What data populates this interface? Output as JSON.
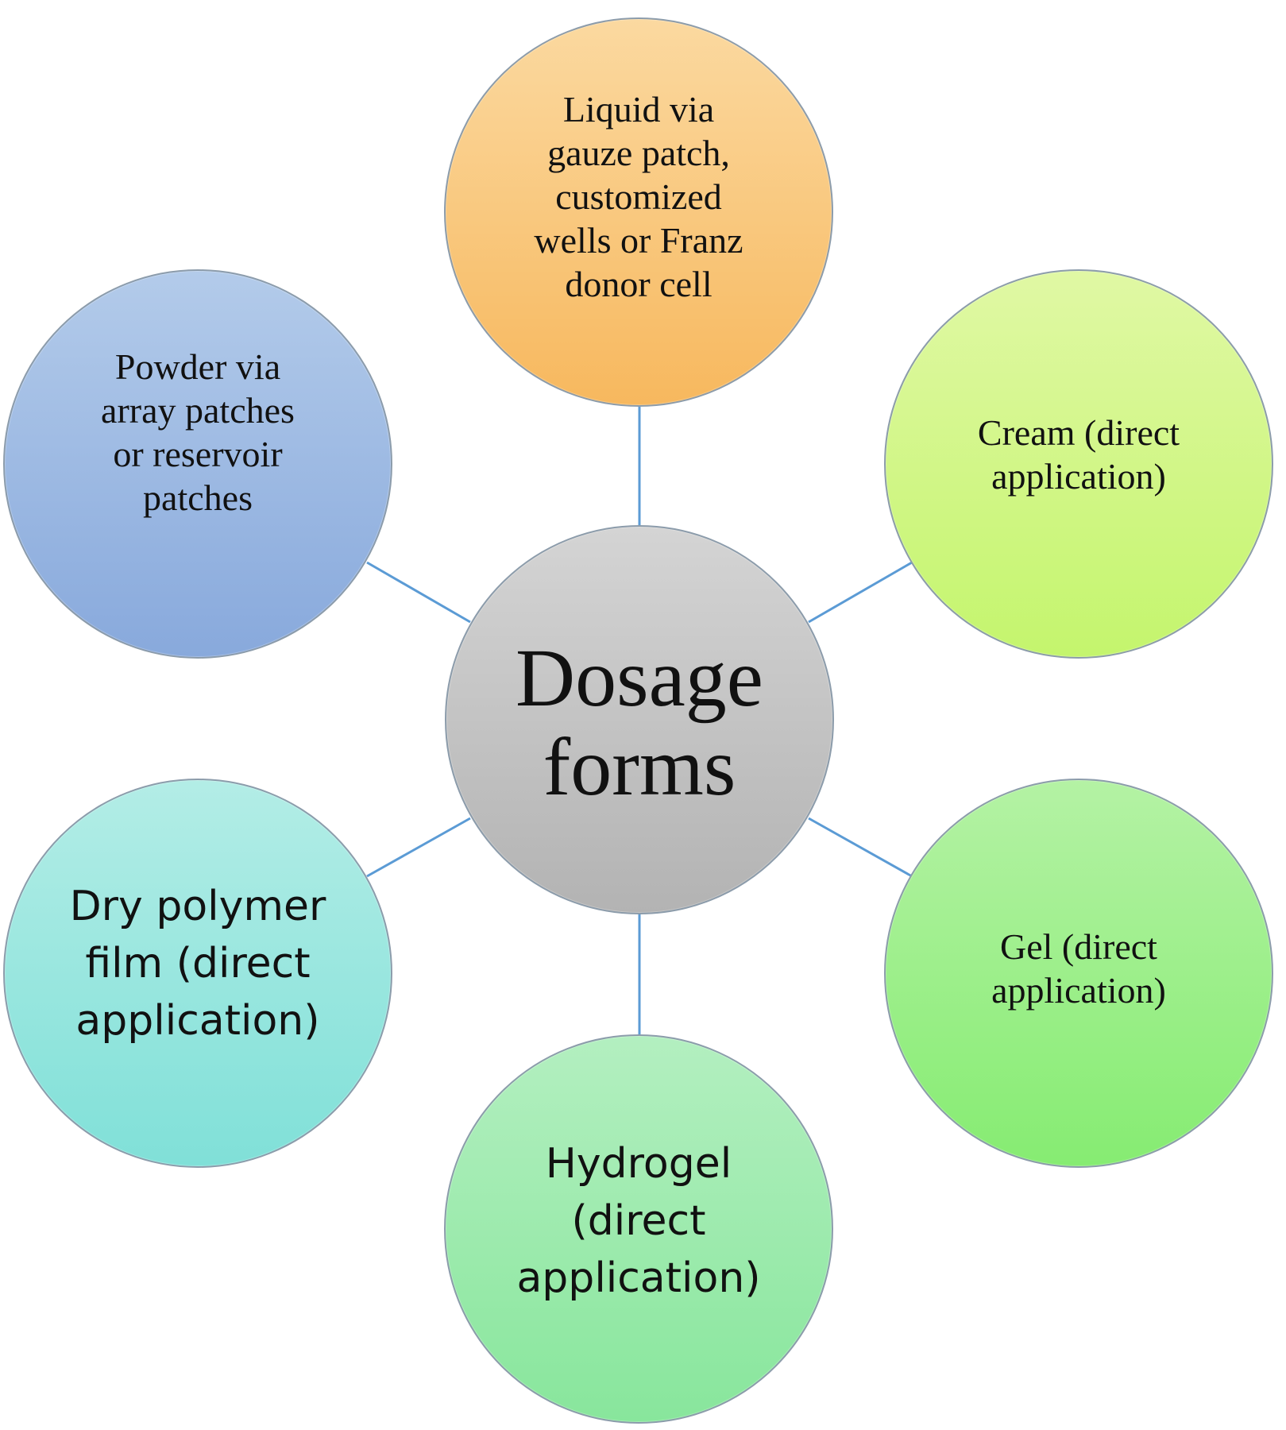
{
  "center": {
    "label": "Dosage\nforms",
    "color_top": "#d4d4d4",
    "color_bottom": "#b3b3b3"
  },
  "nodes": {
    "top": {
      "label": "Liquid via\ngauze patch,\ncustomized\nwells or Franz\ndonor cell",
      "color_top": "#fbd9a0",
      "color_bottom": "#f7b85e"
    },
    "top_right": {
      "label": "Cream (direct\napplication)",
      "color_top": "#e0f8a4",
      "color_bottom": "#c4f56d"
    },
    "bottom_right": {
      "label": "Gel (direct\napplication)",
      "color_top": "#b4f2a4",
      "color_bottom": "#86ec72"
    },
    "bottom": {
      "label": "Hydrogel\n(direct\napplication)",
      "color_top": "#b3efc0",
      "color_bottom": "#88e69c"
    },
    "bottom_left": {
      "label": "Dry polymer\nfilm (direct\napplication)",
      "color_top": "#b3ede6",
      "color_bottom": "#80e0d8"
    },
    "top_left": {
      "label": "Powder via\narray patches\nor reservoir\npatches",
      "color_top": "#b3cbea",
      "color_bottom": "#88a9dc"
    }
  },
  "connector_color": "#5b9bd5"
}
